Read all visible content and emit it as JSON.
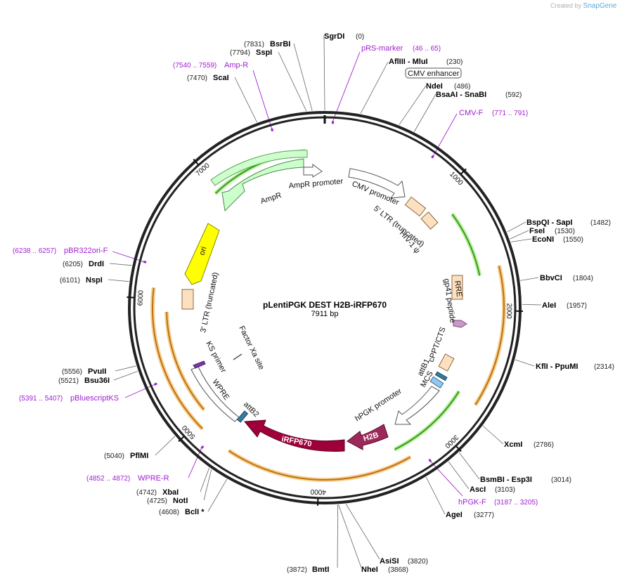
{
  "app": {
    "credit_prefix": "Created by",
    "credit_brand": "SnapGene"
  },
  "plasmid": {
    "name": "pLentiPGK DEST H2B-iRFP670",
    "length_label": "7911 bp",
    "length": 7911
  },
  "ticks": [
    "1000",
    "2000",
    "3000",
    "4000",
    "5000",
    "6000",
    "7000"
  ],
  "enzymes": [
    {
      "name": "SgrDI",
      "pos": "(0)",
      "bp": 0
    },
    {
      "name": "AflIII  - MluI",
      "pos": "(230)",
      "bp": 230
    },
    {
      "name": "NdeI",
      "pos": "(486)",
      "bp": 486
    },
    {
      "name": "BsaAI  - SnaBI",
      "pos": "(592)",
      "bp": 592
    },
    {
      "name": "BspQI  - SapI",
      "pos": "(1482)",
      "bp": 1482
    },
    {
      "name": "FseI",
      "pos": "(1530)",
      "bp": 1530
    },
    {
      "name": "EcoNI",
      "pos": "(1550)",
      "bp": 1550
    },
    {
      "name": "BbvCI",
      "pos": "(1804)",
      "bp": 1804
    },
    {
      "name": "AleI",
      "pos": "(1957)",
      "bp": 1957
    },
    {
      "name": "KflI  - PpuMI",
      "pos": "(2314)",
      "bp": 2314
    },
    {
      "name": "XcmI",
      "pos": "(2786)",
      "bp": 2786
    },
    {
      "name": "BsmBI  - Esp3I",
      "pos": "(3014)",
      "bp": 3014
    },
    {
      "name": "AscI",
      "pos": "(3103)",
      "bp": 3103
    },
    {
      "name": "AgeI",
      "pos": "(3277)",
      "bp": 3277
    },
    {
      "name": "AsiSI",
      "pos": "(3820)",
      "bp": 3820
    },
    {
      "name": "NheI",
      "pos": "(3868)",
      "bp": 3868
    },
    {
      "name": "BmtI",
      "pos": "(3872)",
      "bp": 3872
    },
    {
      "name": "BclI *",
      "pos": "(4608)",
      "bp": 4608
    },
    {
      "name": "NotI",
      "pos": "(4725)",
      "bp": 4725
    },
    {
      "name": "XbaI",
      "pos": "(4742)",
      "bp": 4742
    },
    {
      "name": "PflMI",
      "pos": "(5040)",
      "bp": 5040
    },
    {
      "name": "Bsu36I",
      "pos": "(5521)",
      "bp": 5521
    },
    {
      "name": "PvuII",
      "pos": "(5556)",
      "bp": 5556
    },
    {
      "name": "NspI",
      "pos": "(6101)",
      "bp": 6101
    },
    {
      "name": "DrdI",
      "pos": "(6205)",
      "bp": 6205
    },
    {
      "name": "ScaI",
      "pos": "(7470)",
      "bp": 7470
    },
    {
      "name": "SspI",
      "pos": "(7794)",
      "bp": 7794
    },
    {
      "name": "BsrBI",
      "pos": "(7831)",
      "bp": 7831
    }
  ],
  "primers": [
    {
      "name": "pRS-marker",
      "range": "(46 .. 65)",
      "bp": 55
    },
    {
      "name": "CMV-F",
      "range": "(771 .. 791)",
      "bp": 781
    },
    {
      "name": "hPGK-F",
      "range": "(3187 .. 3205)",
      "bp": 3196
    },
    {
      "name": "WPRE-R",
      "range": "(4852 .. 4872)",
      "bp": 4862
    },
    {
      "name": "pBluescriptKS",
      "range": "(5391 .. 5407)",
      "bp": 5399
    },
    {
      "name": "pBR322ori-F",
      "range": "(6238 .. 6257)",
      "bp": 6247
    },
    {
      "name": "Amp-R",
      "range": "(7540 .. 7559)",
      "bp": 7549
    }
  ],
  "features": {
    "cmv_enhancer": "CMV enhancer",
    "cmv_promoter": "CMV promoter",
    "ltr5": "5' LTR (truncated)",
    "hiv_psi": "HIV-1 ψ",
    "rre": "RRE",
    "gp41": "gp41 peptide",
    "cppt": "cPPT/CTS",
    "attb1": "attB1",
    "mcs": "MCS",
    "hpgk": "hPGK promoter",
    "h2b": "H2B",
    "irfp": "iRFP670",
    "attb2": "attB2",
    "wpre": "WPRE",
    "ks": "KS primer",
    "factor_xa": "Factor Xa site",
    "ltr3": "3' LTR (truncated)",
    "ori": "ori",
    "ampr": "AmpR",
    "ampr_promoter": "AmpR promoter"
  },
  "colors": {
    "backbone": "#222222",
    "ampr_fill": "#ccffcc",
    "ampr_stroke": "#3a8a3a",
    "ori_fill": "#ffff00",
    "ltr_fill": "#fde0c0",
    "rre_fill": "#fde0c0",
    "irfp_fill": "#a0003a",
    "h2b_fill": "#9b2a5a",
    "attb_fill": "#3a7aa0",
    "mcs_fill": "#8fc8f0",
    "gp41_fill": "#c898c8",
    "orf_orange": "#e8a030",
    "orf_green": "#4aaa1a",
    "primer": "#a020d0"
  }
}
